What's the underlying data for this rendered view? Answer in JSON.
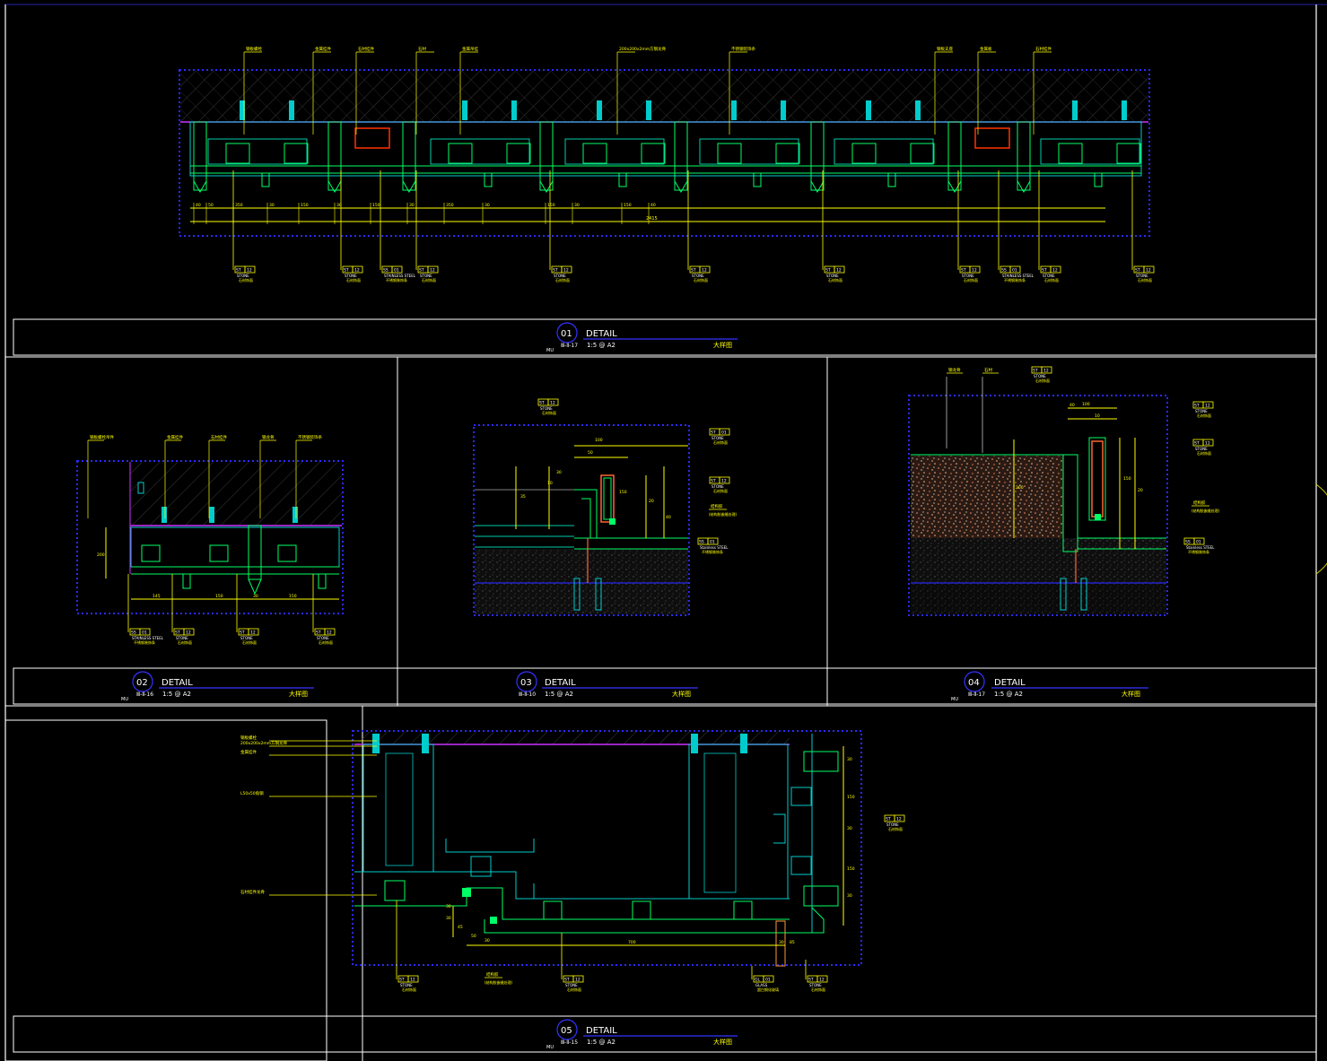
{
  "drawing": {
    "background": "#000000",
    "colors": {
      "frame": "#ffffff",
      "blue": "#1a1aff",
      "cyan": "#00e5e5",
      "green": "#00ff66",
      "yellow": "#ffff00",
      "red": "#ff3300",
      "magenta": "#cc33ff",
      "orange": "#ff9933",
      "grey": "#8a8a8a"
    }
  },
  "details": [
    {
      "id": "01",
      "word": "DETAIL",
      "ref": "Ⅲ-Ⅱ-17",
      "scale": "1:5 @ A2",
      "cn": "大样图",
      "prefix": "MU"
    },
    {
      "id": "02",
      "word": "DETAIL",
      "ref": "Ⅲ-Ⅱ-16",
      "scale": "1:5 @ A2",
      "cn": "大样图",
      "prefix": "MU"
    },
    {
      "id": "03",
      "word": "DETAIL",
      "ref": "Ⅲ-Ⅱ-10",
      "scale": "1:5 @ A2",
      "cn": "大样图",
      "prefix": ""
    },
    {
      "id": "04",
      "word": "DETAIL",
      "ref": "Ⅲ-Ⅱ-17",
      "scale": "1:5 @ A2",
      "cn": "大样图",
      "prefix": "MU"
    },
    {
      "id": "05",
      "word": "DETAIL",
      "ref": "Ⅲ-Ⅱ-15",
      "scale": "1:5 @ A2",
      "cn": "大样图",
      "prefix": "MU"
    }
  ],
  "detail01": {
    "top_notes": [
      "钢板螺栓",
      "金属挂件",
      "石材挂件",
      "石材",
      "金属吊挂",
      "200x200x2mm方钢龙骨",
      "不锈钢装饰条",
      "钢板支座",
      "石材挂件",
      "金属板"
    ],
    "dims": [
      "40",
      "50",
      "350",
      "30",
      "150",
      "30",
      "150",
      "30",
      "350",
      "30",
      "150",
      "30",
      "150",
      "40"
    ],
    "total": "2415",
    "tags": [
      {
        "code": "ST",
        "num": "12",
        "name": "STONE",
        "cn": "石材饰面"
      },
      {
        "code": "ST",
        "num": "12",
        "name": "STONE",
        "cn": "石材饰面"
      },
      {
        "code": "SS",
        "num": "01",
        "name": "STAINLESS STEEL",
        "cn": "不锈钢装饰条"
      },
      {
        "code": "ST",
        "num": "12",
        "name": "STONE",
        "cn": "石材饰面"
      },
      {
        "code": "ST",
        "num": "12",
        "name": "STONE",
        "cn": "石材饰面"
      },
      {
        "code": "ST",
        "num": "12",
        "name": "STONE",
        "cn": "石材饰面"
      },
      {
        "code": "ST",
        "num": "12",
        "name": "STONE",
        "cn": "石材饰面"
      },
      {
        "code": "ST",
        "num": "12",
        "name": "STONE",
        "cn": "石材饰面"
      },
      {
        "code": "SS",
        "num": "01",
        "name": "STAINLESS STEEL",
        "cn": "不锈钢装饰条"
      },
      {
        "code": "ST",
        "num": "12",
        "name": "STONE",
        "cn": "石材饰面"
      },
      {
        "code": "ST",
        "num": "12",
        "name": "STONE",
        "cn": "石材饰面"
      }
    ]
  },
  "detail02": {
    "top_notes": [
      "钢板螺栓吊件",
      "金属挂件",
      "石材挂件",
      "钢龙骨",
      "不锈钢装饰条"
    ],
    "side_dim": "200",
    "dims": [
      "145",
      "150",
      "30",
      "150"
    ],
    "tags": [
      {
        "code": "SS",
        "num": "01",
        "name": "STAINLESS STEEL",
        "cn": "不锈钢装饰条"
      },
      {
        "code": "ST",
        "num": "12",
        "name": "STONE",
        "cn": "石材饰面"
      },
      {
        "code": "ST",
        "num": "12",
        "name": "STONE",
        "cn": "石材饰面"
      },
      {
        "code": "ST",
        "num": "12",
        "name": "STONE",
        "cn": "石材饰面"
      }
    ]
  },
  "detail03": {
    "dims": [
      "100",
      "50",
      "30",
      "35",
      "10",
      "150",
      "20",
      "40"
    ],
    "note": "结构胶",
    "note2": "(结构胶嵌缝处理)",
    "tags": [
      {
        "code": "ST",
        "num": "12",
        "name": "STONE",
        "cn": "石材饰面"
      },
      {
        "code": "ST",
        "num": "01",
        "name": "STONE",
        "cn": "石材饰面"
      },
      {
        "code": "ST",
        "num": "12",
        "name": "STONE",
        "cn": "石材饰面"
      },
      {
        "code": "SS",
        "num": "01",
        "name": "Stainless STEEL",
        "cn": "不锈钢装饰条"
      }
    ]
  },
  "detail04": {
    "top_notes": [
      "钢龙骨",
      "石材"
    ],
    "dims": [
      "40",
      "100",
      "10",
      "150",
      "20",
      "200"
    ],
    "note": "结构胶",
    "note2": "(结构胶嵌缝处理)",
    "tags": [
      {
        "code": "ST",
        "num": "12",
        "name": "STONE",
        "cn": "石材饰面"
      },
      {
        "code": "ST",
        "num": "12",
        "name": "STONE",
        "cn": "石材饰面"
      },
      {
        "code": "ST",
        "num": "12",
        "name": "STONE",
        "cn": "石材饰面"
      },
      {
        "code": "SS",
        "num": "01",
        "name": "Stainless STEEL",
        "cn": "不锈钢装饰条"
      }
    ]
  },
  "detail05": {
    "left_notes": [
      "钢板螺栓",
      "200x200x2mm方钢龙骨",
      "金属挂件",
      "L50x50角钢",
      "石材挂件龙骨"
    ],
    "dims": [
      "30",
      "30",
      "45",
      "50",
      "30",
      "700",
      "30",
      "85"
    ],
    "right_dims": [
      "30",
      "150",
      "30",
      "150",
      "30"
    ],
    "note": "结构胶",
    "note2": "(结构胶嵌缝处理)",
    "tags": [
      {
        "code": "ST",
        "num": "12",
        "name": "STONE",
        "cn": "石材饰面"
      },
      {
        "code": "ST",
        "num": "12",
        "name": "STONE",
        "cn": "石材饰面"
      },
      {
        "code": "ST",
        "num": "12",
        "name": "STONE",
        "cn": "石材饰面"
      },
      {
        "code": "GL",
        "num": "01",
        "name": "GLASS",
        "cn": "超白钢化玻璃"
      },
      {
        "code": "ST",
        "num": "12",
        "name": "STONE",
        "cn": "石材饰面"
      }
    ]
  }
}
